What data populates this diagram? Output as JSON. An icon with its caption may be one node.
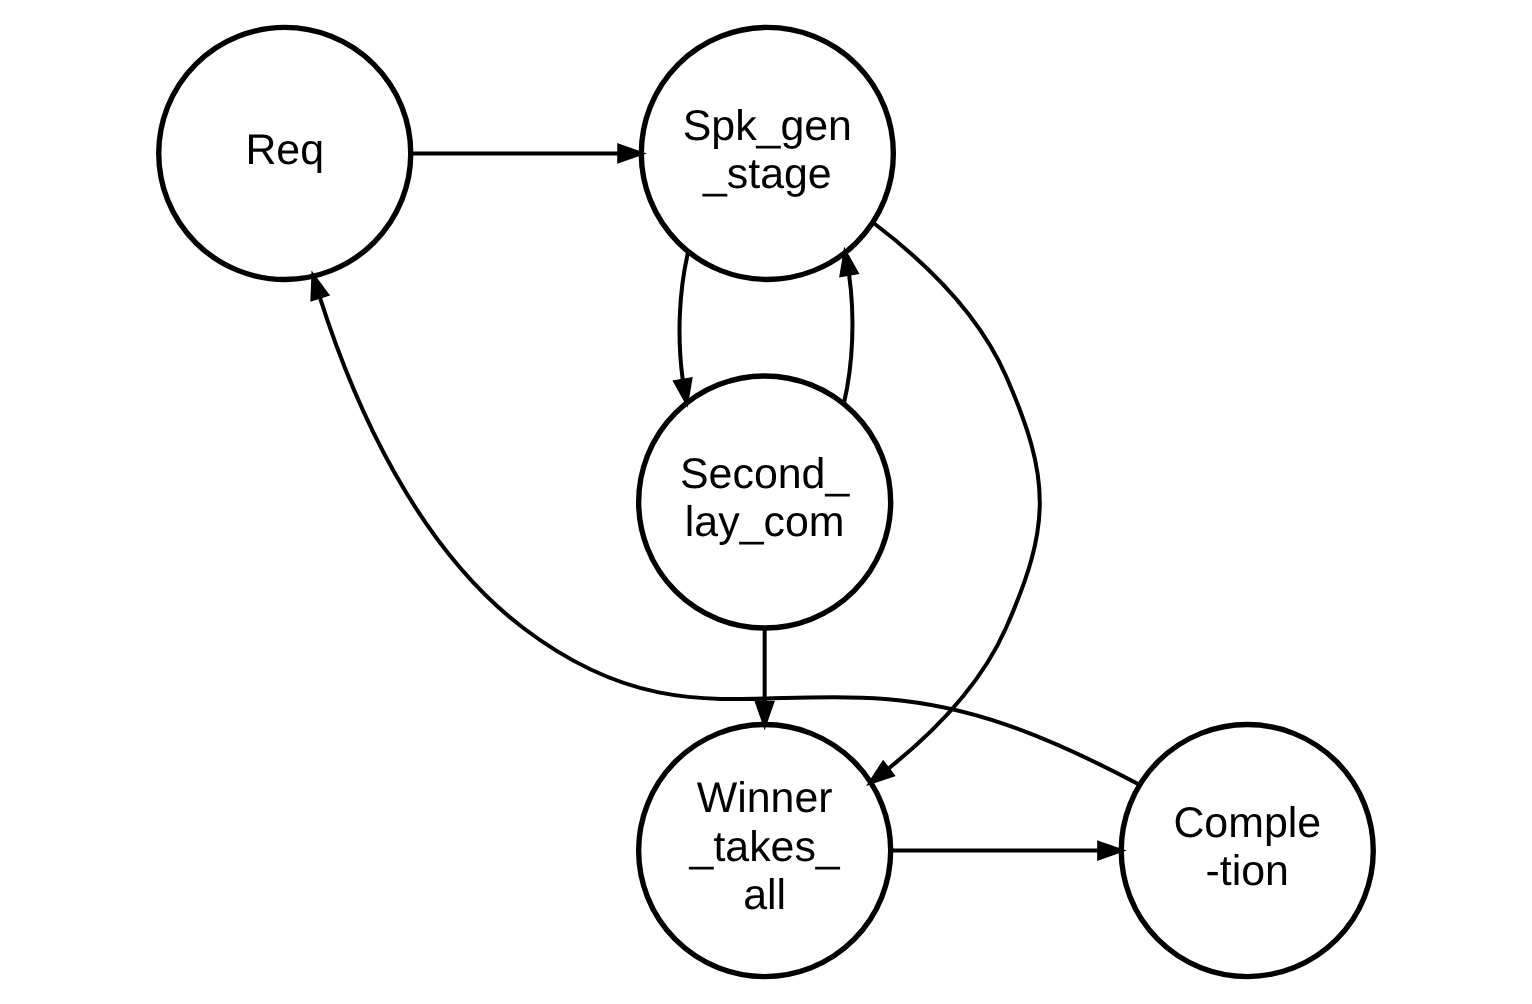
{
  "diagram": {
    "nodes": [
      {
        "text": [
          "Req"
        ]
      },
      {
        "text": [
          "Spk_gen _stage"
        ]
      },
      {
        "text": [
          "Second_ lay_com"
        ]
      },
      {
        "text": [
          "Winner _takes_ all"
        ]
      },
      {
        "text": [
          "Comple -tion"
        ]
      }
    ],
    "edges": [
      {
        "from": 0,
        "to": 1,
        "arrow": "to"
      },
      {
        "from": 1,
        "to": 2,
        "arrow": "to"
      },
      {
        "from": 2,
        "to": 1,
        "arrow": "to"
      },
      {
        "from": 1,
        "to": 3,
        "arrow": "to"
      },
      {
        "from": 2,
        "to": 3,
        "arrow": "to"
      },
      {
        "from": 3,
        "to": 4,
        "arrow": "to"
      },
      {
        "from": 4,
        "to": 0,
        "arrow": "to"
      }
    ]
  }
}
